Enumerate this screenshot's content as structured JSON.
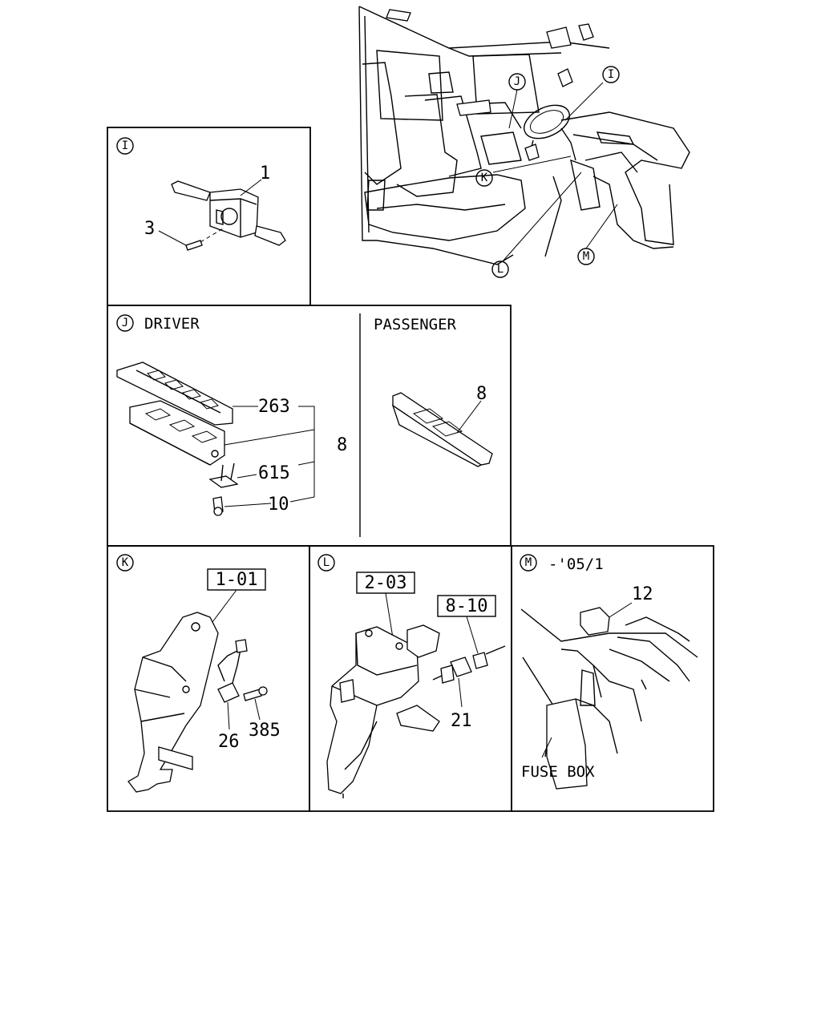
{
  "callouts": {
    "I": "I",
    "J": "J",
    "K": "K",
    "L": "L",
    "M": "M"
  },
  "panel_i": {
    "part_1": "1",
    "part_3": "3"
  },
  "panel_j": {
    "title": "DRIVER",
    "part_263": "263",
    "part_8": "8",
    "part_615": "615",
    "part_10": "10"
  },
  "panel_passenger": {
    "title": "PASSENGER",
    "part_8": "8"
  },
  "panel_k": {
    "ref": "1-01",
    "part_26": "26",
    "part_385": "385"
  },
  "panel_l": {
    "ref_1": "2-03",
    "ref_2": "8-10",
    "part_21": "21"
  },
  "panel_m": {
    "title": "-'05/1",
    "part_12": "12",
    "fuse_box": "FUSE BOX"
  }
}
